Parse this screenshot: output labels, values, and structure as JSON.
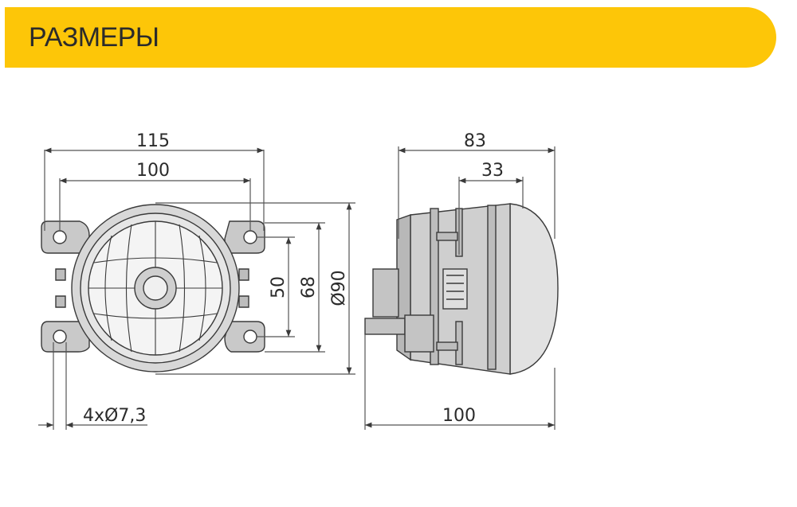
{
  "header": {
    "title": "РАЗМЕРЫ",
    "bar_color": "#fdc608",
    "text_color": "#2b2b2b"
  },
  "dimensions": {
    "front": {
      "overall_width": "115",
      "mount_hole_spacing": "100",
      "vertical_hole_spacing": "50",
      "bracket_height": "68",
      "lens_diameter": "Ø90",
      "hole_diameter": "4xØ7,3"
    },
    "side": {
      "overall_depth": "83",
      "bracket_offset": "33",
      "connector_depth": "100"
    }
  },
  "colors": {
    "line": "#3a3a3a",
    "dim_line": "#555555",
    "body_fill": "#d2d2d2",
    "lens_fill": "#f4f4f4"
  }
}
